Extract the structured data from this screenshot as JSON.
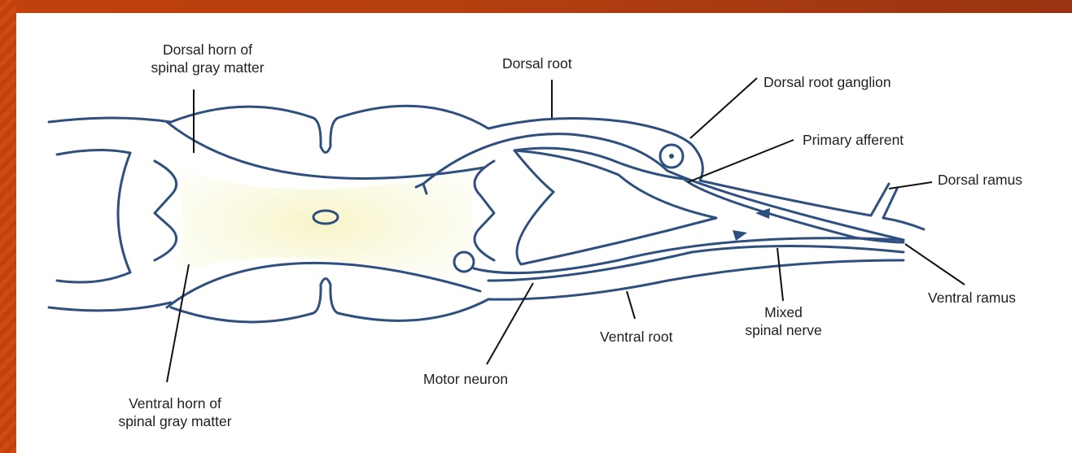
{
  "labels": {
    "dorsal_horn": [
      "Dorsal horn of",
      "spinal gray matter"
    ],
    "dorsal_root": "Dorsal root",
    "dorsal_root_ganglion": "Dorsal root ganglion",
    "primary_afferent": "Primary afferent",
    "dorsal_ramus": "Dorsal ramus",
    "ventral_ramus": "Ventral ramus",
    "mixed_spinal_nerve": [
      "Mixed",
      "spinal nerve"
    ],
    "ventral_root": "Ventral root",
    "motor_neuron": "Motor neuron",
    "ventral_horn": [
      "Ventral horn of",
      "spinal gray matter"
    ]
  },
  "colors": {
    "outline": "#2f4f7f",
    "leader": "#111111",
    "gray_matter_fill": "#f7f4c6",
    "frame": "#c2410c"
  }
}
